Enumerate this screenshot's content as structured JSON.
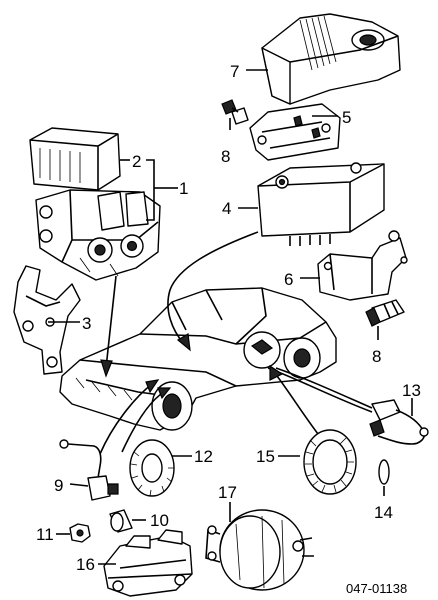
{
  "callouts": [
    {
      "id": "c1",
      "text": "1"
    },
    {
      "id": "c2",
      "text": "2"
    },
    {
      "id": "c3",
      "text": "3"
    },
    {
      "id": "c4",
      "text": "4"
    },
    {
      "id": "c5",
      "text": "5"
    },
    {
      "id": "c6",
      "text": "6"
    },
    {
      "id": "c7",
      "text": "7"
    },
    {
      "id": "c8a",
      "text": "8"
    },
    {
      "id": "c8b",
      "text": "8"
    },
    {
      "id": "c9",
      "text": "9"
    },
    {
      "id": "c10",
      "text": "10"
    },
    {
      "id": "c11",
      "text": "11"
    },
    {
      "id": "c12",
      "text": "12"
    },
    {
      "id": "c13",
      "text": "13"
    },
    {
      "id": "c14",
      "text": "14"
    },
    {
      "id": "c15",
      "text": "15"
    },
    {
      "id": "c16",
      "text": "16"
    },
    {
      "id": "c17",
      "text": "17"
    }
  ],
  "figure_code": "047-01138"
}
